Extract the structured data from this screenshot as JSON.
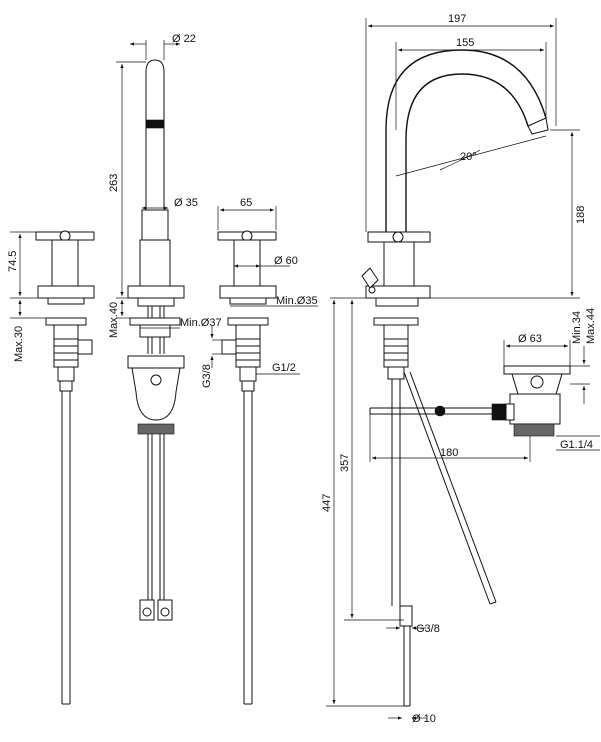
{
  "diagram": {
    "labels": {
      "spout_tip_diameter": "Ø 22",
      "spout_height": "263",
      "spout_base_diameter": "Ø 35",
      "spout_min_hole": "Min.Ø37",
      "spout_max_thickness": "Max.40",
      "handle_height": "74.5",
      "handle_max_thickness": "Max.30",
      "handle_width": "65",
      "handle_base_diameter": "Ø 60",
      "handle_min_hole": "Min.Ø35",
      "thread_g38_left": "G3/8",
      "thread_g12": "G1/2",
      "overall_width": "197",
      "spout_reach": "155",
      "spout_angle": "20°",
      "spout_clearance": "188",
      "waste_diameter": "Ø 63",
      "waste_min": "Min.34",
      "waste_max": "Max.44",
      "waste_thread": "G1.1/4",
      "waste_reach": "180",
      "rod_length": "357",
      "total_height": "447",
      "thread_g38_bottom": "G3/8",
      "pipe_diameter": "Ø 10"
    }
  }
}
